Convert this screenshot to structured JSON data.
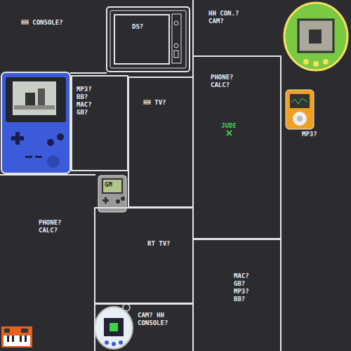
{
  "diagram": {
    "nodes": [
      {
        "text": [
          "DS?"
        ]
      },
      {
        "text": [
          "MP3? BB? MAC? GB?"
        ]
      },
      {
        "text": [
          "HH TV?"
        ]
      },
      {
        "text": [
          "PHONE? CALC?"
        ]
      },
      {
        "text": [
          "RT TV?"
        ]
      },
      {
        "text": [
          "MAC? GB? MP3? BB?"
        ]
      },
      {
        "text": [
          "CAM? HH CONSOLE?"
        ]
      }
    ],
    "labels": [
      "HH CONSOLE?",
      "HH CON.? CAM?",
      "JUDE",
      "MP3?",
      "PHONE? CALC?",
      "GM"
    ]
  }
}
